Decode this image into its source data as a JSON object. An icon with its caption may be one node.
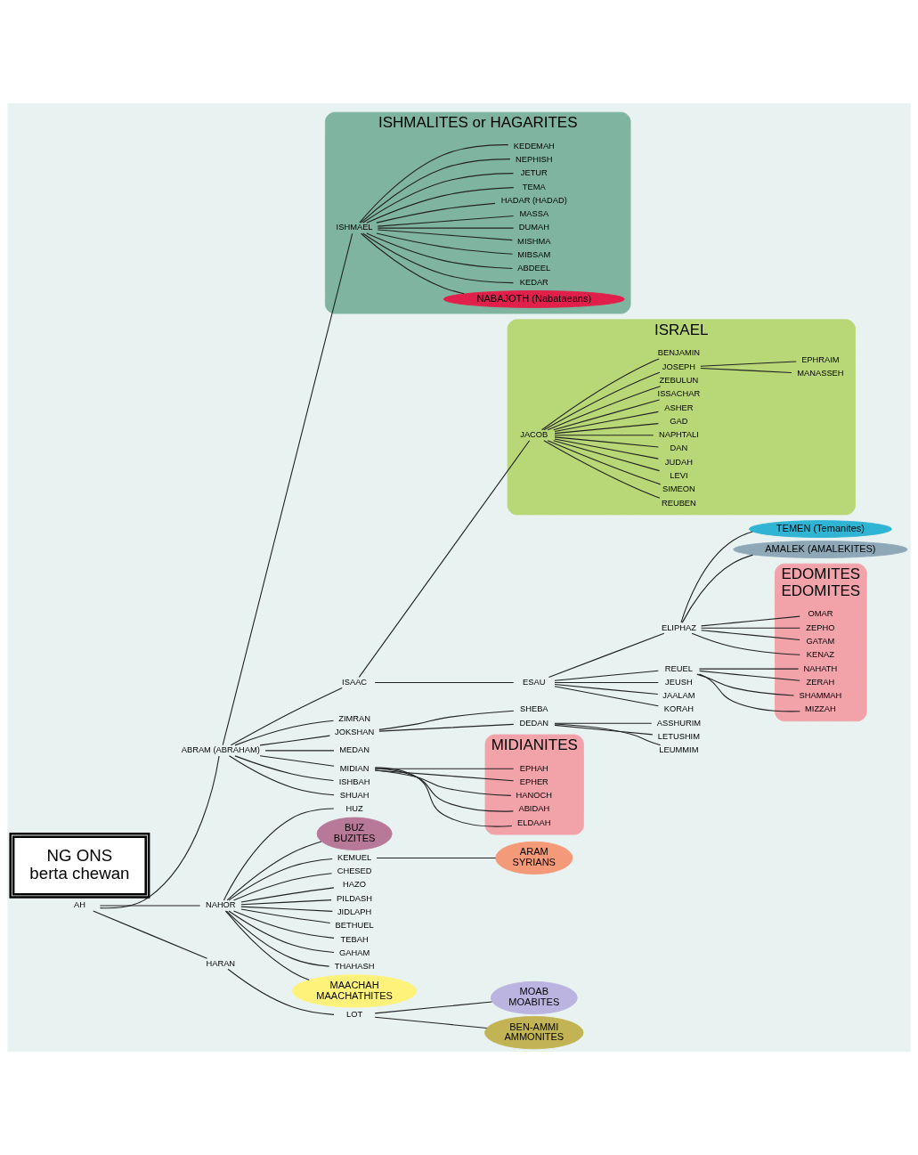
{
  "diagram": {
    "nodes": [
      {
        "text": [
          "AH"
        ]
      },
      {
        "text": [
          "ABRAM (ABRAHAM)"
        ]
      },
      {
        "text": [
          "ISHMALITES or HAGARITES"
        ]
      },
      {
        "text": [
          "ISHMAEL"
        ],
        "in": 2
      },
      {
        "text": [
          "NABAJOTH (Nabataeans)"
        ],
        "in": 2
      },
      {
        "text": [
          "KEDAR"
        ],
        "in": 2
      },
      {
        "text": [
          "ABDEEL"
        ],
        "in": 2
      },
      {
        "text": [
          "MIBSAM"
        ],
        "in": 2
      },
      {
        "text": [
          "MISHMA"
        ],
        "in": 2
      },
      {
        "text": [
          "DUMAH"
        ],
        "in": 2
      },
      {
        "text": [
          "MASSA"
        ],
        "in": 2
      },
      {
        "text": [
          "HADAR (HADAD)"
        ],
        "in": 2
      },
      {
        "text": [
          "TEMA"
        ],
        "in": 2
      },
      {
        "text": [
          "JETUR"
        ],
        "in": 2
      },
      {
        "text": [
          "NEPHISH"
        ],
        "in": 2
      },
      {
        "text": [
          "KEDEMAH"
        ],
        "in": 2
      },
      {
        "text": [
          "TEMEN (Temanites)"
        ]
      },
      {
        "text": [
          "EDOMITES",
          "EDOMITES"
        ]
      },
      {
        "text": [
          "OMAR"
        ],
        "in": 17
      },
      {
        "text": [
          "ZEPHO"
        ],
        "in": 17
      },
      {
        "text": [
          "GATAM"
        ],
        "in": 17
      },
      {
        "text": [
          "KENAZ"
        ],
        "in": 17
      },
      {
        "text": [
          "ELIPHAZ"
        ]
      },
      {
        "text": [
          "AMALEK (AMALEKITES)"
        ]
      },
      {
        "text": [
          "ESAU"
        ]
      },
      {
        "text": [
          "REUEL"
        ]
      },
      {
        "text": [
          "NAHATH"
        ],
        "in": 17
      },
      {
        "text": [
          "ZERAH"
        ],
        "in": 17
      },
      {
        "text": [
          "SHAMMAH"
        ],
        "in": 17
      },
      {
        "text": [
          "MIZZAH"
        ],
        "in": 17
      },
      {
        "text": [
          "JEUSH"
        ]
      },
      {
        "text": [
          "JAALAM"
        ]
      },
      {
        "text": [
          "KORAH"
        ]
      },
      {
        "text": [
          "ISAAC"
        ]
      },
      {
        "text": [
          "ISRAEL"
        ]
      },
      {
        "text": [
          "JACOB"
        ],
        "in": 34
      },
      {
        "text": [
          "REUBEN"
        ],
        "in": 34
      },
      {
        "text": [
          "SIMEON"
        ],
        "in": 34
      },
      {
        "text": [
          "LEVI"
        ],
        "in": 34
      },
      {
        "text": [
          "JUDAH"
        ],
        "in": 34
      },
      {
        "text": [
          "DAN"
        ],
        "in": 34
      },
      {
        "text": [
          "NAPHTALI"
        ],
        "in": 34
      },
      {
        "text": [
          "GAD"
        ],
        "in": 34
      },
      {
        "text": [
          "ASHER"
        ],
        "in": 34
      },
      {
        "text": [
          "ISSACHAR"
        ],
        "in": 34
      },
      {
        "text": [
          "ZEBULUN"
        ],
        "in": 34
      },
      {
        "text": [
          "JOSEPH"
        ],
        "in": 34
      },
      {
        "text": [
          "BENJAMIN"
        ],
        "in": 34
      },
      {
        "text": [
          "MANASSEH"
        ],
        "in": 34
      },
      {
        "text": [
          "EPHRAIM"
        ],
        "in": 34
      },
      {
        "text": [
          "ZIMRAN"
        ]
      },
      {
        "text": [
          "JOKSHAN"
        ]
      },
      {
        "text": [
          "SHEBA"
        ]
      },
      {
        "text": [
          "DEDAN"
        ]
      },
      {
        "text": [
          "ASSHURIM"
        ]
      },
      {
        "text": [
          "LETUSHIM"
        ]
      },
      {
        "text": [
          "LEUMMIM"
        ]
      },
      {
        "text": [
          "MEDAN"
        ]
      },
      {
        "text": [
          "MIDIANITES"
        ]
      },
      {
        "text": [
          "EPHAH"
        ],
        "in": 58
      },
      {
        "text": [
          "EPHER"
        ],
        "in": 58
      },
      {
        "text": [
          "HANOCH"
        ],
        "in": 58
      },
      {
        "text": [
          "ABIDAH"
        ],
        "in": 58
      },
      {
        "text": [
          "ELDAAH"
        ],
        "in": 58
      },
      {
        "text": [
          "MIDIAN"
        ]
      },
      {
        "text": [
          "ISHBAH"
        ]
      },
      {
        "text": [
          "SHUAH"
        ]
      },
      {
        "text": [
          "NAHOR"
        ]
      },
      {
        "text": [
          "HUZ"
        ]
      },
      {
        "text": [
          "BUZ",
          "BUZITES"
        ]
      },
      {
        "text": [
          "KEMUEL"
        ]
      },
      {
        "text": [
          "ARAM",
          "SYRIANS"
        ]
      },
      {
        "text": [
          "CHESED"
        ]
      },
      {
        "text": [
          "HAZO"
        ]
      },
      {
        "text": [
          "PILDASH"
        ]
      },
      {
        "text": [
          "JIDLAPH"
        ]
      },
      {
        "text": [
          "BETHUEL"
        ]
      },
      {
        "text": [
          "TEBAH"
        ]
      },
      {
        "text": [
          "GAHAM"
        ]
      },
      {
        "text": [
          "THAHASH"
        ]
      },
      {
        "text": [
          "MAACHAH",
          "MAACHATHITES"
        ]
      },
      {
        "text": [
          "HARAN"
        ]
      },
      {
        "text": [
          "LOT"
        ]
      },
      {
        "text": [
          "MOAB",
          "MOABITES"
        ]
      },
      {
        "text": [
          "BEN-AMMI",
          "AMMONITES"
        ]
      },
      {
        "text": [
          "NG ONS",
          "berta chewan"
        ]
      }
    ],
    "edges": [
      {
        "from": 0,
        "to": 1,
        "arrow": "none"
      },
      {
        "from": 0,
        "to": 67,
        "arrow": "none"
      },
      {
        "from": 0,
        "to": 81,
        "arrow": "none"
      },
      {
        "from": 1,
        "to": 3,
        "arrow": "none"
      },
      {
        "from": 1,
        "to": 33,
        "arrow": "none"
      },
      {
        "from": 1,
        "to": 50,
        "arrow": "none"
      },
      {
        "from": 1,
        "to": 51,
        "arrow": "none"
      },
      {
        "from": 1,
        "to": 57,
        "arrow": "none"
      },
      {
        "from": 1,
        "to": 64,
        "arrow": "none"
      },
      {
        "from": 1,
        "to": 65,
        "arrow": "none"
      },
      {
        "from": 1,
        "to": 66,
        "arrow": "none"
      },
      {
        "from": 3,
        "to": 4,
        "arrow": "none"
      },
      {
        "from": 3,
        "to": 5,
        "arrow": "none"
      },
      {
        "from": 3,
        "to": 6,
        "arrow": "none"
      },
      {
        "from": 3,
        "to": 7,
        "arrow": "none"
      },
      {
        "from": 3,
        "to": 8,
        "arrow": "none"
      },
      {
        "from": 3,
        "to": 9,
        "arrow": "none"
      },
      {
        "from": 3,
        "to": 10,
        "arrow": "none"
      },
      {
        "from": 3,
        "to": 11,
        "arrow": "none"
      },
      {
        "from": 3,
        "to": 12,
        "arrow": "none"
      },
      {
        "from": 3,
        "to": 13,
        "arrow": "none"
      },
      {
        "from": 3,
        "to": 14,
        "arrow": "none"
      },
      {
        "from": 3,
        "to": 15,
        "arrow": "none"
      },
      {
        "from": 33,
        "to": 24,
        "arrow": "none"
      },
      {
        "from": 33,
        "to": 35,
        "arrow": "none"
      },
      {
        "from": 24,
        "to": 22,
        "arrow": "none"
      },
      {
        "from": 24,
        "to": 25,
        "arrow": "none"
      },
      {
        "from": 24,
        "to": 30,
        "arrow": "none"
      },
      {
        "from": 24,
        "to": 31,
        "arrow": "none"
      },
      {
        "from": 24,
        "to": 32,
        "arrow": "none"
      },
      {
        "from": 22,
        "to": 16,
        "arrow": "none"
      },
      {
        "from": 22,
        "to": 18,
        "arrow": "none"
      },
      {
        "from": 22,
        "to": 19,
        "arrow": "none"
      },
      {
        "from": 22,
        "to": 20,
        "arrow": "none"
      },
      {
        "from": 22,
        "to": 21,
        "arrow": "none"
      },
      {
        "from": 22,
        "to": 23,
        "arrow": "none"
      },
      {
        "from": 25,
        "to": 26,
        "arrow": "none"
      },
      {
        "from": 25,
        "to": 27,
        "arrow": "none"
      },
      {
        "from": 25,
        "to": 28,
        "arrow": "none"
      },
      {
        "from": 25,
        "to": 29,
        "arrow": "none"
      },
      {
        "from": 35,
        "to": 36,
        "arrow": "none"
      },
      {
        "from": 35,
        "to": 37,
        "arrow": "none"
      },
      {
        "from": 35,
        "to": 38,
        "arrow": "none"
      },
      {
        "from": 35,
        "to": 39,
        "arrow": "none"
      },
      {
        "from": 35,
        "to": 40,
        "arrow": "none"
      },
      {
        "from": 35,
        "to": 41,
        "arrow": "none"
      },
      {
        "from": 35,
        "to": 42,
        "arrow": "none"
      },
      {
        "from": 35,
        "to": 43,
        "arrow": "none"
      },
      {
        "from": 35,
        "to": 44,
        "arrow": "none"
      },
      {
        "from": 35,
        "to": 45,
        "arrow": "none"
      },
      {
        "from": 35,
        "to": 46,
        "arrow": "none"
      },
      {
        "from": 35,
        "to": 47,
        "arrow": "none"
      },
      {
        "from": 46,
        "to": 48,
        "arrow": "none"
      },
      {
        "from": 46,
        "to": 49,
        "arrow": "none"
      },
      {
        "from": 51,
        "to": 52,
        "arrow": "none"
      },
      {
        "from": 51,
        "to": 53,
        "arrow": "none"
      },
      {
        "from": 53,
        "to": 54,
        "arrow": "none"
      },
      {
        "from": 53,
        "to": 55,
        "arrow": "none"
      },
      {
        "from": 53,
        "to": 56,
        "arrow": "none"
      },
      {
        "from": 64,
        "to": 59,
        "arrow": "none"
      },
      {
        "from": 64,
        "to": 60,
        "arrow": "none"
      },
      {
        "from": 64,
        "to": 61,
        "arrow": "none"
      },
      {
        "from": 64,
        "to": 62,
        "arrow": "none"
      },
      {
        "from": 64,
        "to": 63,
        "arrow": "none"
      },
      {
        "from": 67,
        "to": 68,
        "arrow": "none"
      },
      {
        "from": 67,
        "to": 69,
        "arrow": "none"
      },
      {
        "from": 67,
        "to": 70,
        "arrow": "none"
      },
      {
        "from": 67,
        "to": 72,
        "arrow": "none"
      },
      {
        "from": 67,
        "to": 73,
        "arrow": "none"
      },
      {
        "from": 67,
        "to": 74,
        "arrow": "none"
      },
      {
        "from": 67,
        "to": 75,
        "arrow": "none"
      },
      {
        "from": 67,
        "to": 76,
        "arrow": "none"
      },
      {
        "from": 67,
        "to": 77,
        "arrow": "none"
      },
      {
        "from": 67,
        "to": 78,
        "arrow": "none"
      },
      {
        "from": 67,
        "to": 79,
        "arrow": "none"
      },
      {
        "from": 67,
        "to": 80,
        "arrow": "none"
      },
      {
        "from": 70,
        "to": 71,
        "arrow": "none"
      },
      {
        "from": 81,
        "to": 82,
        "arrow": "none"
      },
      {
        "from": 82,
        "to": 83,
        "arrow": "none"
      },
      {
        "from": 82,
        "to": 84,
        "arrow": "none"
      }
    ]
  }
}
